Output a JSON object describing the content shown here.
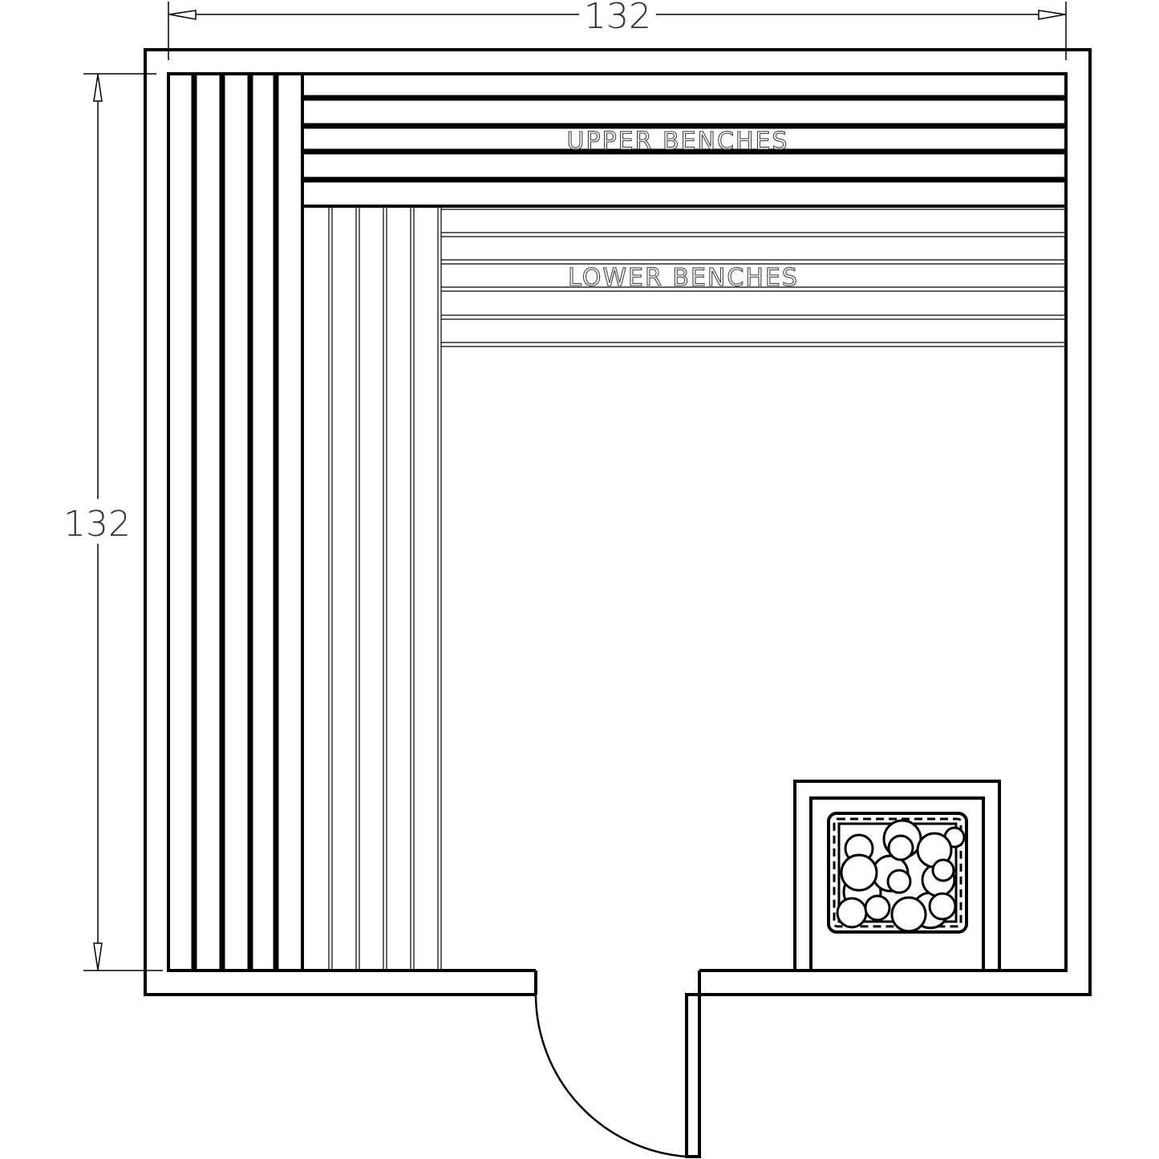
{
  "dimensions": {
    "width": "132",
    "height": "132"
  },
  "labels": {
    "upper_benches": "UPPER BENCHES",
    "lower_benches": "LOWER BENCHES"
  },
  "elements": {
    "heater": "sauna-heater-with-stones",
    "door": "swing-door"
  },
  "colors": {
    "line": "#000000",
    "background": "#ffffff",
    "text": "#333333"
  }
}
